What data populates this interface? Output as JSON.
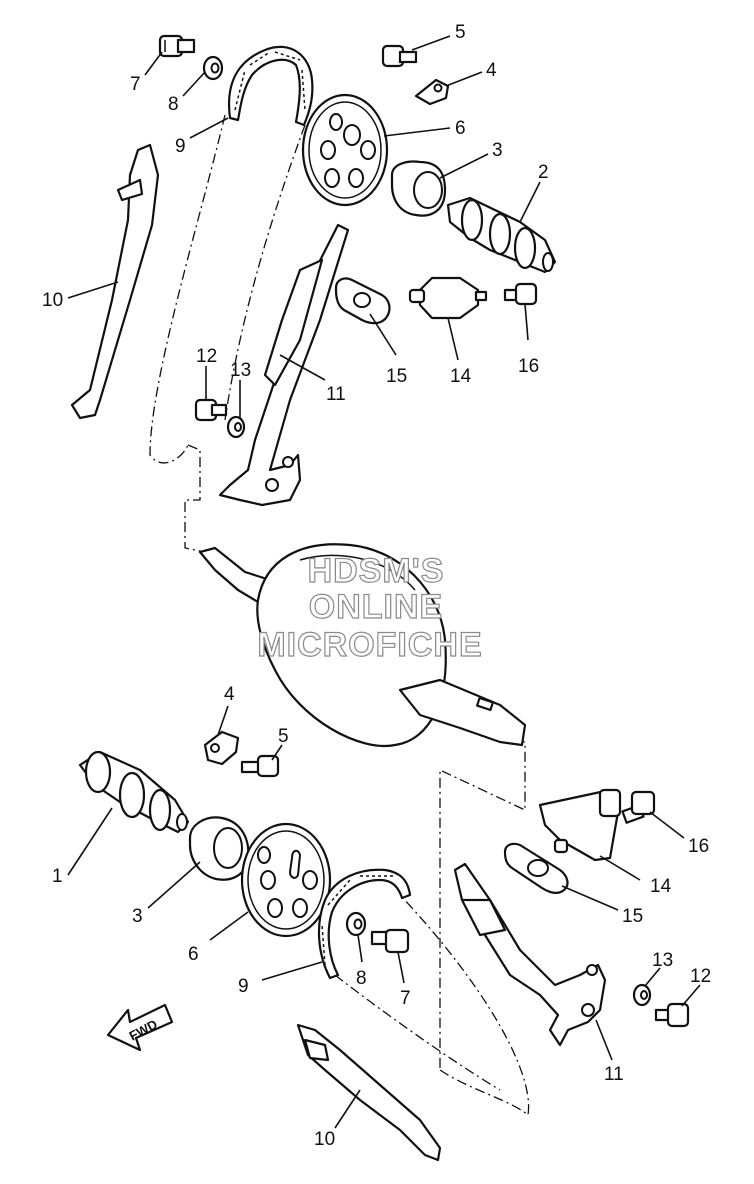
{
  "watermark": {
    "line1": "HDSM'S",
    "line2": "ONLINE",
    "line3": "MICROFICHE"
  },
  "fwd_label": "FWD",
  "callouts": {
    "top": {
      "n7": "7",
      "n8": "8",
      "n9": "9",
      "n5": "5",
      "n4": "4",
      "n6": "6",
      "n3": "3",
      "n2": "2",
      "n10": "10",
      "n12": "12",
      "n13": "13",
      "n15": "15",
      "n14": "14",
      "n16": "16",
      "n11": "11"
    },
    "bottom": {
      "n4": "4",
      "n5": "5",
      "n1": "1",
      "n3": "3",
      "n6": "6",
      "n9": "9",
      "n8": "8",
      "n7": "7",
      "n16": "16",
      "n14": "14",
      "n15": "15",
      "n13": "13",
      "n12": "12",
      "n11": "11",
      "n10": "10"
    }
  }
}
